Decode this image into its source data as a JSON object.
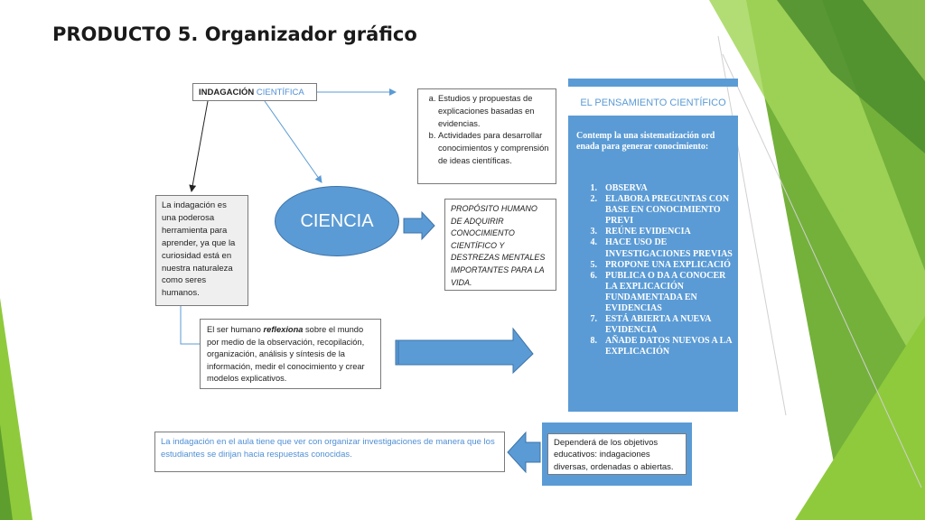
{
  "title": "PRODUCTO 5. Organizador gráfico",
  "indagacion": {
    "bold": "INDAGACIÓN",
    "accent": "CIENTÍFICA"
  },
  "studies": [
    "Estudios y propuestas de explicaciones basadas en evidencias.",
    "Actividades para desarrollar conocimientos y comprensión de ideas científicas."
  ],
  "herramienta": "La indagación es una poderosa herramienta para aprender, ya que la curiosidad está en nuestra naturaleza como seres humanos.",
  "ciencia": "CIENCIA",
  "proposito": "PROPÓSITO HUMANO DE ADQUIRIR CONOCIMIENTO CIENTÍFICO Y DESTREZAS MENTALES IMPORTANTES PARA LA VIDA.",
  "reflexiona": {
    "before": "El ser humano ",
    "emph": "reflexiona",
    "after": " sobre el mundo por medio de la observación, recopilación, organización, análisis y síntesis de la información, medir el conocimiento y crear modelos explicativos."
  },
  "pensamiento": {
    "title": "EL PENSAMIENTO CIENTÍFICO",
    "intro": "Contemp la una sistematización ord enada para generar conocimiento:",
    "steps": [
      {
        "n": "1.",
        "text": "OBSERVA"
      },
      {
        "n": "2.",
        "text": "ELABORA PREGUNTAS CON BASE EN CONOCIMIENTO PREVI"
      },
      {
        "n": "3.",
        "text": "REÚNE EVIDENCIA"
      },
      {
        "n": "4.",
        "text": "HACE USO DE INVESTIGACIONES PREVIAS"
      },
      {
        "n": "5.",
        "text": "PROPONE UNA EXPLICACIÓ"
      },
      {
        "n": "6.",
        "text": "PUBLICA O DA A CONOCER LA EXPLICACIÓN FUNDAMENTADA EN EVIDENCIAS"
      },
      {
        "n": "7.",
        "text": "ESTÁ ABIERTA A NUEVA EVIDENCIA"
      },
      {
        "n": "8.",
        "text": "AÑADE DATOS NUEVOS A LA EXPLICACIÓN"
      }
    ]
  },
  "indagacion_aula": "La indagación en el aula tiene que ver con organizar investigaciones de manera que los estudiantes se dirijan hacia respuestas conocidas.",
  "dependera": "Dependerá de los objetivos educativos: indagaciones diversas, ordenadas o abiertas.",
  "colors": {
    "accent_blue": "#5b9bd5",
    "text_blue": "#4f8fd6",
    "green_dark": "#5e9e2e",
    "green_light": "#8fca3c"
  }
}
